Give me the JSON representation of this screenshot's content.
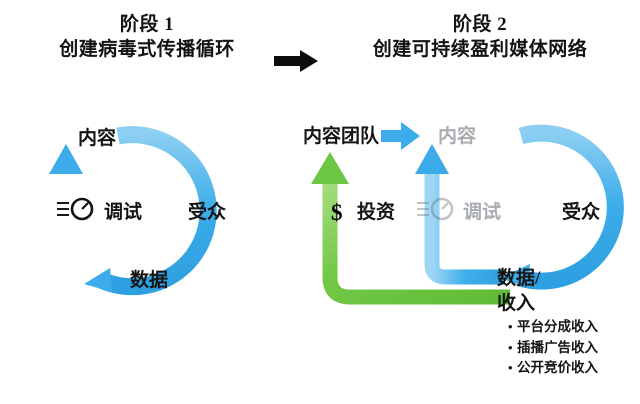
{
  "header": {
    "stage1": {
      "line1": "阶段 1",
      "line2": "创建病毒式传播循环"
    },
    "transition_arrow_icon": "right-arrow-icon",
    "stage2": {
      "line1": "阶段 2",
      "line2": "创建可持续盈利媒体网络"
    }
  },
  "left_cycle": {
    "content": "内容",
    "tune": "调试",
    "audience": "受众",
    "data": "数据",
    "gauge_icon": "speedometer-icon",
    "arc_color": "#35A8E8",
    "arrow_color": "#35A8E8"
  },
  "right_cycle": {
    "content_team": "内容团队",
    "team_arrow_icon": "right-arrow-icon",
    "content": "内容",
    "invest_symbol": "$",
    "invest": "投资",
    "tune": "调试",
    "audience": "受众",
    "data": "数据/",
    "revenue": "收入",
    "gauge_icon": "speedometer-icon",
    "arc_color": "#35A8E8",
    "investment_loop_color": "#6CC644"
  },
  "revenue_items": [
    {
      "bullet": "•",
      "label": "平台分成收入"
    },
    {
      "bullet": "•",
      "label": "插播广告收入"
    },
    {
      "bullet": "•",
      "label": "公开竞价收入"
    }
  ],
  "colors": {
    "blue": "#35A8E8",
    "blue_light": "#62BDEF",
    "green": "#6CC644",
    "green_light": "#8BD466",
    "text": "#151515",
    "faded_text": "#a9adb1",
    "background": "#ffffff"
  }
}
